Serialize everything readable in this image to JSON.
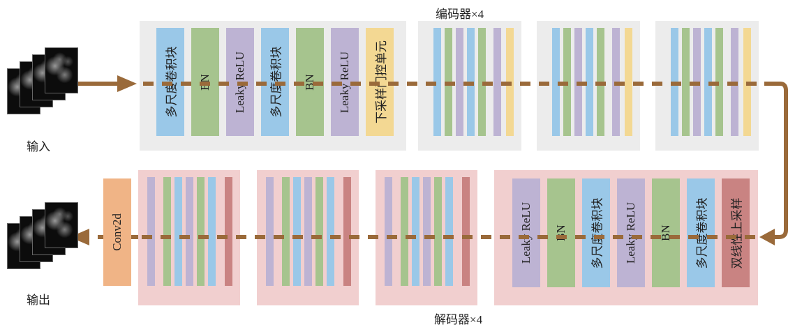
{
  "colors": {
    "flow": "#9a6a3a",
    "encoder_panel": "#ececec",
    "decoder_panel": "#f1cfcf",
    "blue": "#9ac8e8",
    "green": "#a6c48e",
    "purple": "#bdb3d3",
    "yellow": "#f3d893",
    "red": "#c98382",
    "orange": "#f0b486"
  },
  "labels": {
    "input": "输入",
    "output": "输出",
    "encoder_title": "编码器×4",
    "decoder_title": "解码器×4"
  },
  "encoder_blocks": [
    "多尺度卷积块",
    "BN",
    "Leaky ReLU",
    "多尺度卷积块",
    "BN",
    "Leaky ReLU",
    "下采样门控单元"
  ],
  "decoder_blocks": [
    "Leaky ReLU",
    "BN",
    "多尺度卷积块",
    "Leaky ReLU",
    "BN",
    "多尺度卷积块",
    "双线性上采样"
  ],
  "output_layer": "Conv2d"
}
